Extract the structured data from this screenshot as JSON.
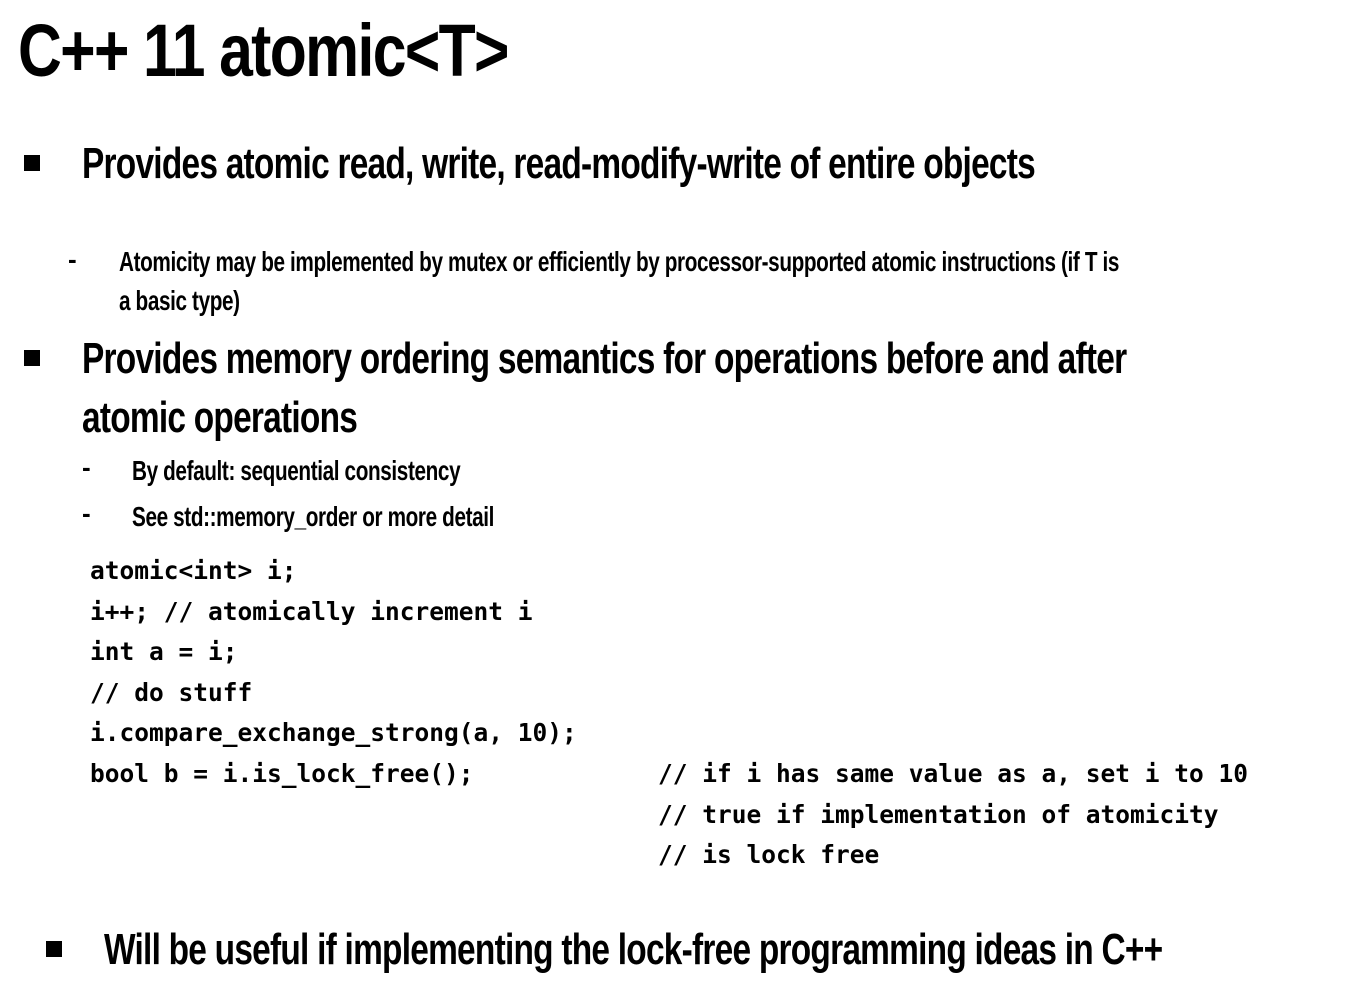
{
  "slide": {
    "title": "C++ 11 atomic<T>",
    "bullets": [
      {
        "text": "Provides atomic read, write, read-modify-write of entire objects",
        "sub": [
          {
            "line1": "Atomicity may be implemented by mutex or efficiently by processor-supported atomic instructions (if T is",
            "line2": "a basic type)"
          }
        ]
      },
      {
        "line1": "Provides memory ordering semantics for operations before and after",
        "line2": "atomic operations",
        "sub": [
          {
            "text": "By default: sequential consistency"
          },
          {
            "text": "See std::memory_order or more detail"
          }
        ]
      },
      {
        "text": "Will be useful if implementing the lock-free programming ideas in C++"
      }
    ],
    "code_left": [
      "atomic<int> i;",
      "i++; // atomically increment i",
      "",
      "int a = i;",
      "// do stuff",
      "i.compare_exchange_strong(a, 10);",
      "bool b = i.is_lock_free();"
    ],
    "code_right": [
      "// if i has same value as a, set i to 10",
      "// true if implementation of atomicity",
      "// is lock free"
    ]
  }
}
